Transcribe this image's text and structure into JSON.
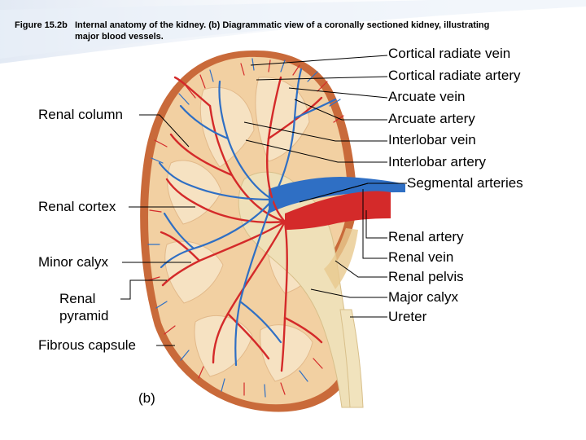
{
  "caption": {
    "number": "Figure 15.2b",
    "text_line1": "Internal anatomy of the kidney. (b) Diagrammatic view of a coronally sectioned kidney, illustrating",
    "text_line2": "major blood vessels."
  },
  "labels": {
    "cortical_radiate_vein": "Cortical radiate vein",
    "cortical_radiate_artery": "Cortical radiate artery",
    "arcuate_vein": "Arcuate vein",
    "arcuate_artery": "Arcuate artery",
    "interlobar_vein": "Interlobar vein",
    "interlobar_artery": "Interlobar artery",
    "segmental_arteries": "Segmental arteries",
    "renal_column": "Renal column",
    "renal_cortex": "Renal cortex",
    "minor_calyx": "Minor calyx",
    "renal_pyramid_1": "Renal",
    "renal_pyramid_2": "pyramid",
    "fibrous_capsule": "Fibrous capsule",
    "renal_artery": "Renal artery",
    "renal_vein": "Renal vein",
    "renal_pelvis": "Renal pelvis",
    "major_calyx": "Major calyx",
    "ureter": "Ureter"
  },
  "figure_label": "(b)",
  "colors": {
    "capsule": "#c96a3a",
    "cortex": "#f2d0a2",
    "medulla": "#f6e2c2",
    "pelvis": "#efe0b8",
    "artery": "#d42a2a",
    "vein": "#2f6fc4",
    "leader": "#000000"
  }
}
